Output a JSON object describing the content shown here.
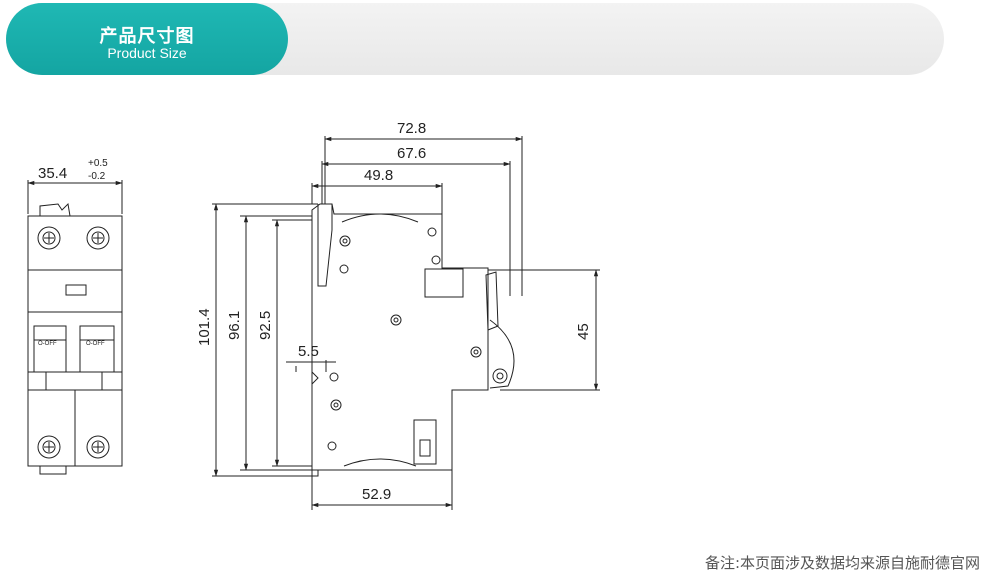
{
  "header": {
    "title_cn": "产品尺寸图",
    "title_en": "Product Size"
  },
  "dimensions": {
    "width": "35.4",
    "width_tol_plus": "+0.5",
    "width_tol_minus": "-0.2",
    "depth_total": "72.8",
    "depth_2": "67.6",
    "depth_3": "49.8",
    "height_total": "101.4",
    "height_2": "96.1",
    "height_3": "92.5",
    "offset": "5.5",
    "base_width": "52.9",
    "rail_height": "45"
  },
  "front_labels": {
    "off_left": "O-OFF",
    "off_right": "O-OFF"
  },
  "footer": {
    "note": "备注:本页面涉及数据均来源自施耐德官网"
  },
  "colors": {
    "accent": "#17ada9",
    "banner": "#ececec",
    "line": "#222222"
  }
}
